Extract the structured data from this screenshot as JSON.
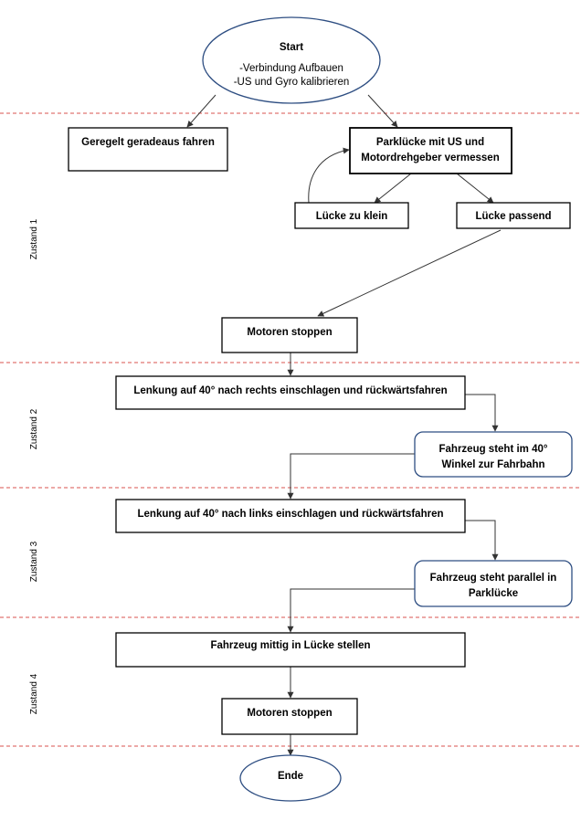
{
  "lanes": [
    {
      "label": "Zustand 1"
    },
    {
      "label": "Zustand 2"
    },
    {
      "label": "Zustand 3"
    },
    {
      "label": "Zustand 4"
    }
  ],
  "nodes": {
    "start": {
      "title": "Start",
      "line1": "-Verbindung Aufbauen",
      "line2": "-US und Gyro kalibrieren"
    },
    "straight": {
      "label": "Geregelt geradeaus fahren"
    },
    "measure": {
      "line1": "Parklücke mit US und",
      "line2": "Motordrehgeber vermessen"
    },
    "too_small": {
      "label": "Lücke zu klein"
    },
    "fits": {
      "label": "Lücke passend"
    },
    "stop1": {
      "label": "Motoren stoppen"
    },
    "steer_right": {
      "label": "Lenkung auf 40° nach rechts einschlagen und rückwärtsfahren"
    },
    "angle40": {
      "line1": "Fahrzeug steht im 40°",
      "line2": "Winkel zur Fahrbahn"
    },
    "steer_left": {
      "label": "Lenkung auf 40° nach links einschlagen und rückwärtsfahren"
    },
    "parallel": {
      "line1": "Fahrzeug steht parallel in",
      "line2": "Parklücke"
    },
    "center": {
      "label": "Fahrzeug mittig in Lücke stellen"
    },
    "stop2": {
      "label": "Motoren stoppen"
    },
    "end": {
      "label": "Ende"
    }
  }
}
